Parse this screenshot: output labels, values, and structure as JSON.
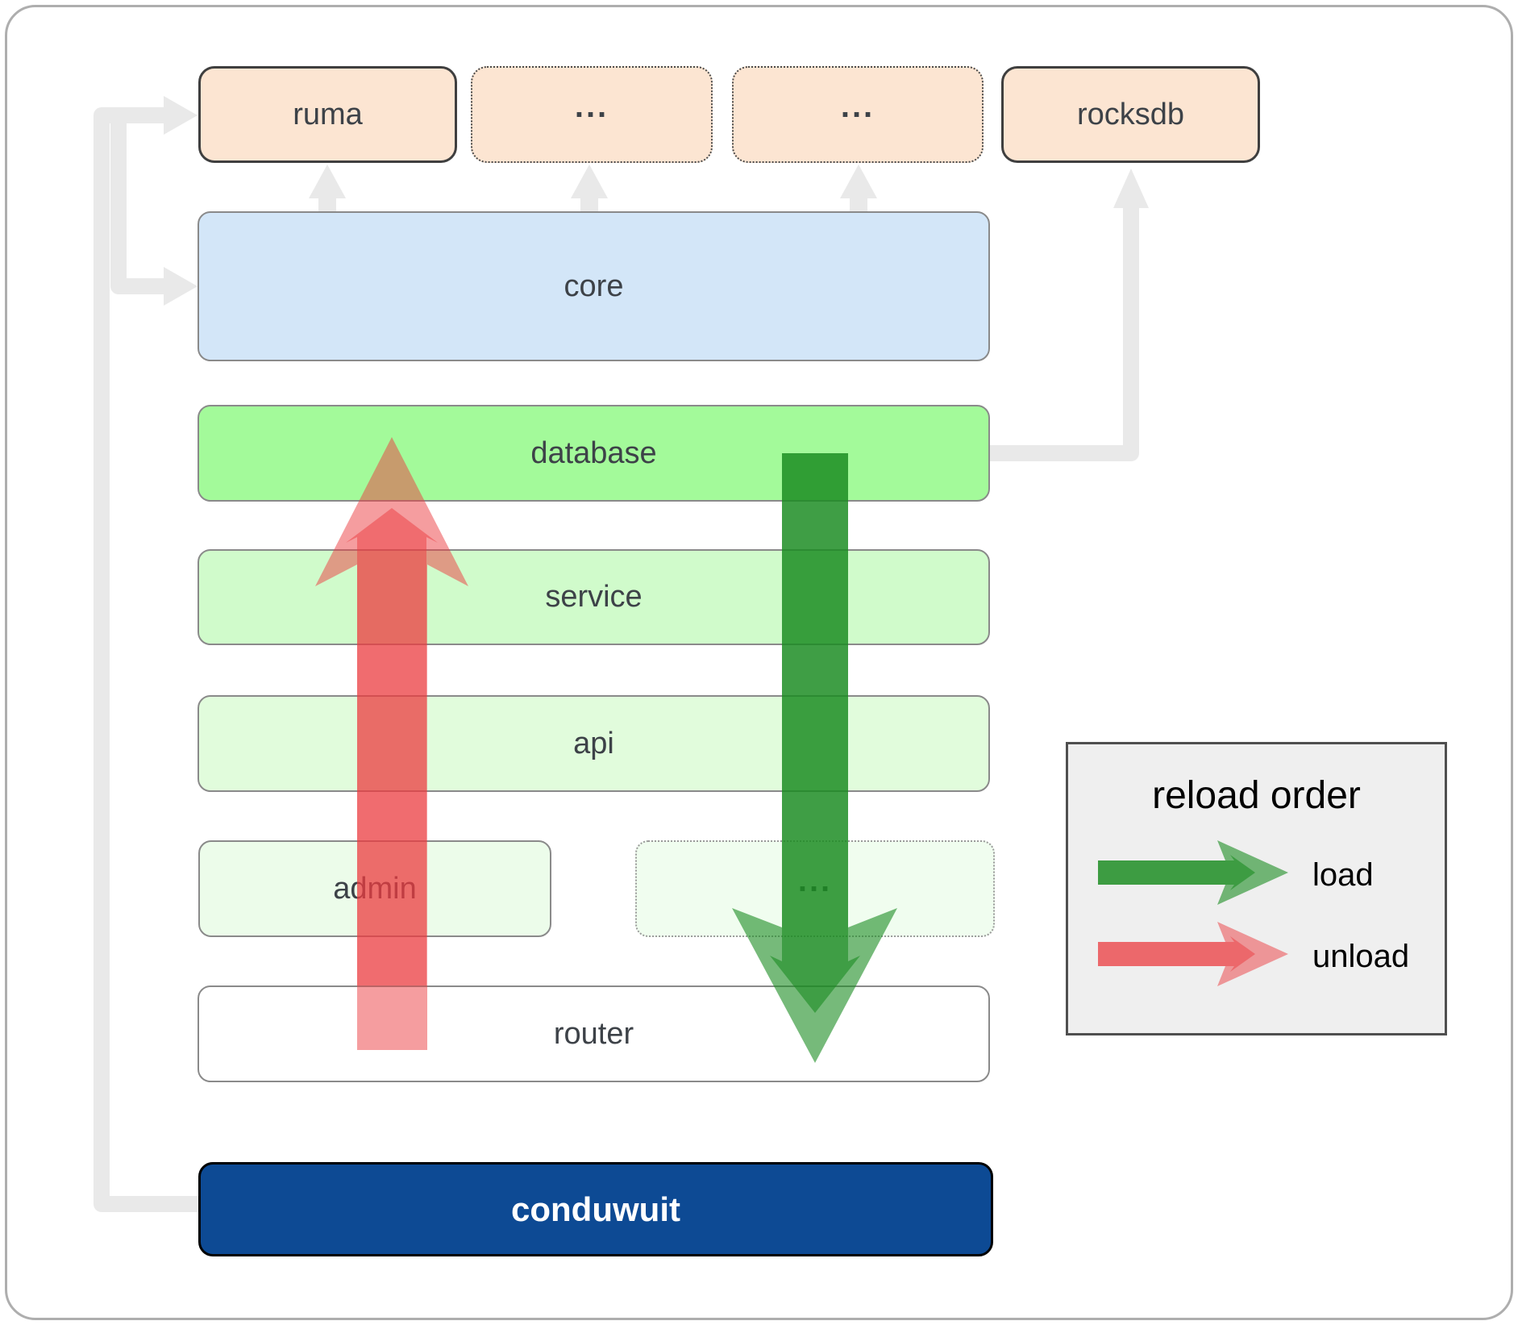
{
  "colors": {
    "peach": "#fce5d2",
    "peach_border": "#3f3f3f",
    "core": "#d3e6f8",
    "database": "#a3fa9a",
    "service": "#d0fbcb",
    "api": "#e1fcdc",
    "admin": "#ecfcea",
    "admin_dots": "#f0fdef",
    "router": "#ffffff",
    "conduwuit": "#0d4a94",
    "box_border": "#8a8a8a",
    "label": "#3d4248",
    "connector": "#e9e9e9",
    "load_green": "#1a8c21",
    "unload_red": "#eb3b3f",
    "legend_bg": "#efefef",
    "legend_border": "#4f4f4f"
  },
  "boxes": {
    "ruma": "ruma",
    "dots1": "...",
    "dots2": "...",
    "rocksdb": "rocksdb",
    "core": "core",
    "database": "database",
    "service": "service",
    "api": "api",
    "admin": "admin",
    "admin_dots": "...",
    "router": "router",
    "conduwuit": "conduwuit"
  },
  "legend": {
    "title": "reload order",
    "load_label": "load",
    "unload_label": "unload"
  }
}
